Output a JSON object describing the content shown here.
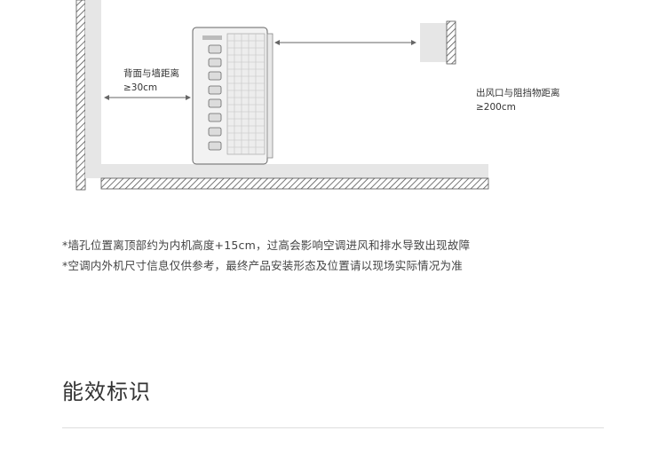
{
  "diagram": {
    "back_label_line1": "背面与墙距离",
    "back_label_line2": "≥30cm",
    "front_label_line1": "出风口与阻挡物距离",
    "front_label_line2": "≥200cm"
  },
  "notes": [
    "*墙孔位置离顶部约为内机高度+15cm，过高会影响空调进风和排水导致出现故障",
    "*空调内外机尺寸信息仅供参考，最终产品安装形态及位置请以现场实际情况为准"
  ],
  "section": {
    "title": "能效标识"
  },
  "colors": {
    "hatch": "#555555",
    "surface": "#e6e6e6",
    "unit_body": "#f2f2f2",
    "outline": "#666666",
    "text": "#333333"
  }
}
